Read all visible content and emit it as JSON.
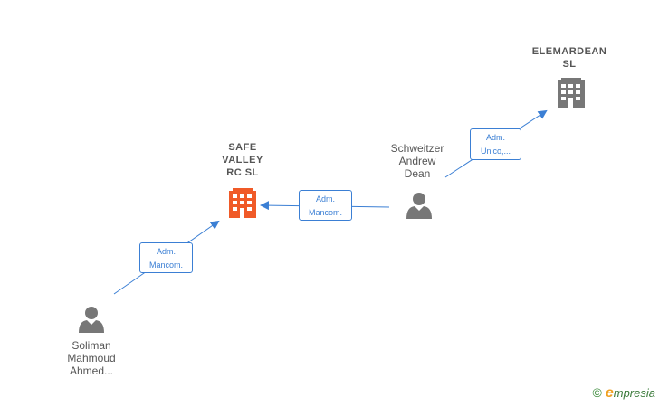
{
  "nodes": {
    "safe_valley": {
      "label_lines": [
        "SAFE",
        "VALLEY",
        "RC  SL"
      ],
      "type": "company",
      "color": "#f05a28"
    },
    "elemardean": {
      "label_lines": [
        "ELEMARDEAN",
        "SL"
      ],
      "type": "company",
      "color": "#777777"
    },
    "schweitzer": {
      "label_lines": [
        "Schweitzer",
        "Andrew",
        "Dean"
      ],
      "type": "person"
    },
    "soliman": {
      "label_lines": [
        "Soliman",
        "Mahmoud",
        "Ahmed..."
      ],
      "type": "person"
    }
  },
  "relations": {
    "soliman_safe": {
      "lines": [
        "Adm.",
        "Mancom."
      ]
    },
    "schweitzer_safe": {
      "lines": [
        "Adm.",
        "Mancom."
      ]
    },
    "schweitzer_elemardean": {
      "lines": [
        "Adm.",
        "Unico,..."
      ]
    }
  },
  "colors": {
    "edge": "#3b7fd4",
    "person": "#777777"
  },
  "brand": {
    "copyright": "©",
    "initial": "e",
    "name": "mpresia"
  }
}
